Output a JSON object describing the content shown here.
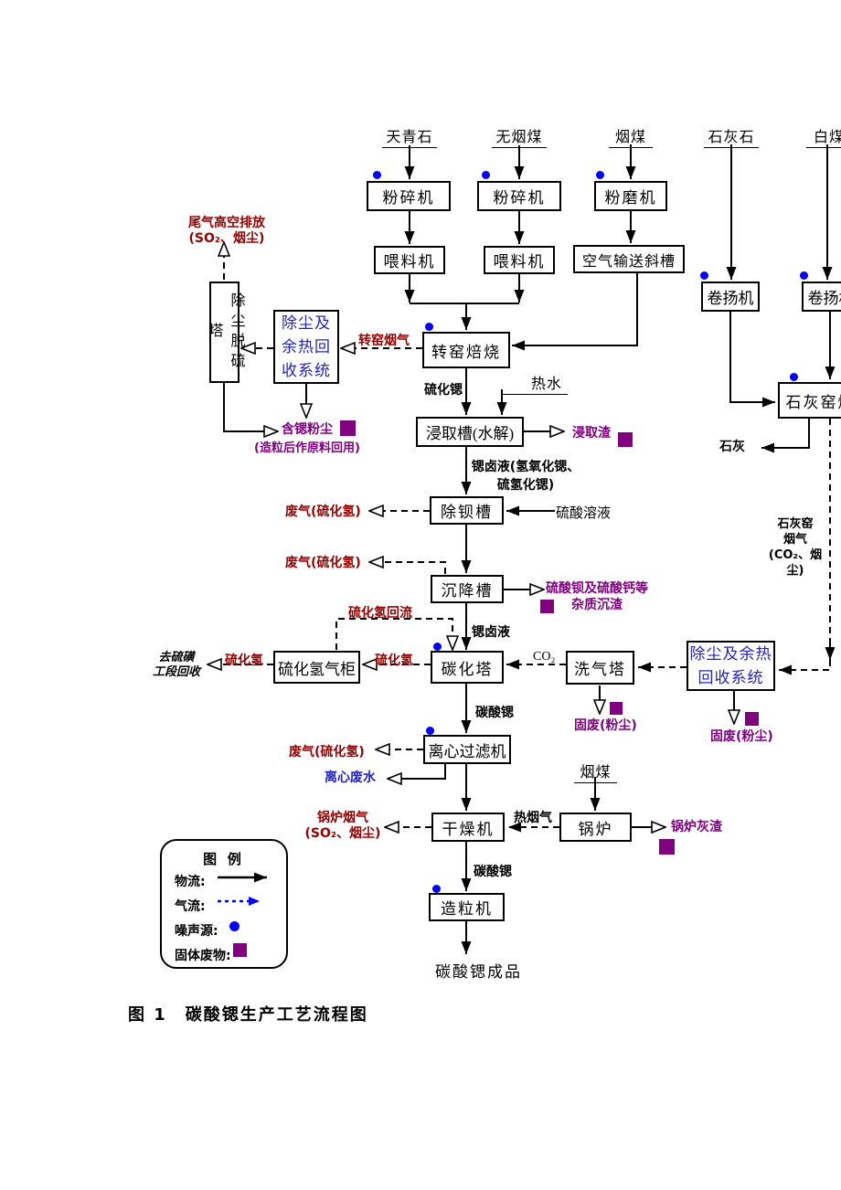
{
  "caption": "图 1　碳酸锶生产工艺流程图",
  "colors": {
    "emission_text": "#990000",
    "waste_text": "#800080",
    "recovery_text": "#2222cc",
    "noise_dot": "#0000ff",
    "gas_legend_arrow": "#0000ff",
    "flow_line": "#000000"
  },
  "boxes": {
    "crusher1": "粉碎机",
    "crusher2": "粉碎机",
    "mill": "粉磨机",
    "feeder1": "喂料机",
    "feeder2": "喂料机",
    "air_chute": "空气输送斜槽",
    "hoist1": "卷扬机",
    "hoist2": "卷扬机",
    "rotary_kiln": "转窑焙烧",
    "lime_kiln": "石灰窑煅烧",
    "dedust_desulf_tower": "除尘脱硫塔",
    "heat_recovery1": "除尘及\n余热回\n收系统",
    "heat_recovery2": "除尘及余热\n回收系统",
    "leaching_tank": "浸取槽(水解)",
    "debarium_tank": "除钡槽",
    "settling_tank": "沉降槽",
    "h2s_gas_holder": "硫化氢气柜",
    "carbonation_tower": "碳化塔",
    "scrub_tower": "洗气塔",
    "centrifuge": "离心过滤机",
    "dryer": "干燥机",
    "boiler": "锅炉",
    "granulator": "造粒机"
  },
  "sources": {
    "celestite": "天青石",
    "anthracite": "无烟煤",
    "soft_coal": "烟煤",
    "limestone": "石灰石",
    "white_coal": "白煤",
    "hot_water": "热水",
    "sulfuric_acid": "硫酸溶液",
    "boiler_coal": "烟煤"
  },
  "streams": {
    "strontium_sulfide": "硫化锶",
    "brine_detail": "锶卤液(氢氧化锶、\n硫氢化锶)",
    "brine": "锶卤液",
    "srco3_1": "碳酸锶",
    "srco3_2": "碳酸锶",
    "co2": "CO₂",
    "hot_flue_gas": "热烟气",
    "lime": "石灰",
    "lime_kiln_gas": "石灰窑\n烟气\n(CO₂、烟尘)",
    "rotary_kiln_gas": "转窑烟气",
    "h2s_left": "硫化氢",
    "h2s_right": "硫化氢",
    "h2s_reflux": "硫化氢回流",
    "to_sulfur_recovery": "去硫磺\n工段回收",
    "product": "碳酸锶成品"
  },
  "emissions": {
    "tail_gas": "尾气高空排放\n(SO₂、烟尘)",
    "waste_gas1": "废气(硫化氢)",
    "waste_gas2": "废气(硫化氢)",
    "waste_gas3": "废气(硫化氢)",
    "boiler_flue_gas": "锅炉烟气\n(SO₂、烟尘)",
    "centrifuge_wastewater": "离心废水"
  },
  "wastes": {
    "sr_dust": "含锶粉尘",
    "sr_dust_note": "(造粒后作原料回用)",
    "leach_residue": "浸取渣",
    "sulfate_sludge": "硫酸钡及硫酸钙等\n杂质沉渣",
    "solid_dust1": "固废(粉尘)",
    "solid_dust2": "固废(粉尘)",
    "boiler_ash": "锅炉灰渣"
  },
  "legend": {
    "title": "图 例",
    "material_flow": "物流:",
    "gas_flow": "气流:",
    "noise_source": "噪声源:",
    "solid_waste": "固体废物:"
  }
}
